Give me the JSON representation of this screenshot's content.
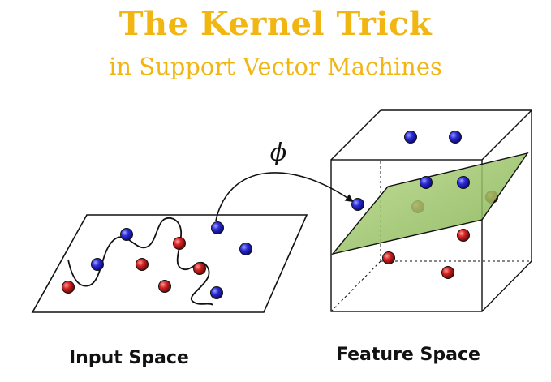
{
  "title": "The Kernel Trick",
  "subtitle": "in Support Vector Machines",
  "mapping_symbol": "ϕ",
  "input_space": {
    "label": "Input Space",
    "blue_points": 5,
    "red_points": 5
  },
  "feature_space": {
    "label": "Feature Space",
    "blue_points": 5,
    "red_points": 5,
    "separator": "hyperplane"
  },
  "colors": {
    "title": "#f2b613",
    "blue_class": "#2323c8",
    "red_class": "#c81e1e",
    "hyperplane": "#9ec46a",
    "line": "#111111"
  }
}
